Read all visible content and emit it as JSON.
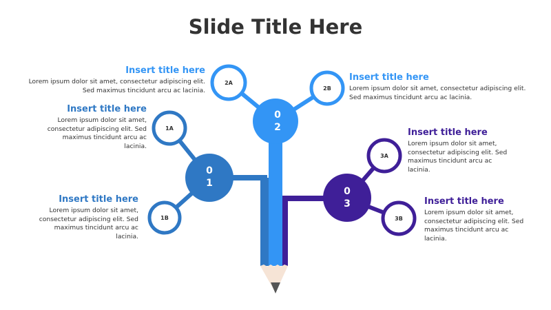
{
  "slide": {
    "title": "Slide Title Here"
  },
  "colors": {
    "branch1": "#2f78c4",
    "branch2": "#3395f5",
    "branch3": "#3f1f98",
    "text": "#333333",
    "pencil_tip": "#f6e4d6",
    "pencil_lead": "#555555"
  },
  "nodes": {
    "n01": "0\n1",
    "n02": "0\n2",
    "n03": "0\n3",
    "n1a": "1A",
    "n1b": "1B",
    "n2a": "2A",
    "n2b": "2B",
    "n3a": "3A",
    "n3b": "3B"
  },
  "blocks": {
    "b2a": {
      "title": "Insert title here",
      "text": "Lorem ipsum dolor sit amet, consectetur adipiscing elit. Sed maximus tincidunt arcu ac lacinia."
    },
    "b2b": {
      "title": "Insert title here",
      "text": "Lorem ipsum dolor sit amet, consectetur adipiscing elit. Sed maximus tincidunt arcu ac lacinia."
    },
    "b1a": {
      "title": "Insert title here",
      "text": "Lorem ipsum dolor sit amet, consectetur adipiscing elit. Sed maximus tincidunt arcu ac lacinia."
    },
    "b1b": {
      "title": "Insert title here",
      "text": "Lorem ipsum dolor sit amet, consectetur adipiscing elit. Sed maximus tincidunt arcu ac lacinia."
    },
    "b3a": {
      "title": "Insert title here",
      "text": "Lorem ipsum dolor sit amet, consectetur adipiscing elit. Sed maximus tincidunt arcu ac lacinia."
    },
    "b3b": {
      "title": "Insert title here",
      "text": "Lorem ipsum dolor sit amet, consectetur adipiscing elit. Sed maximus tincidunt arcu ac lacinia."
    }
  }
}
